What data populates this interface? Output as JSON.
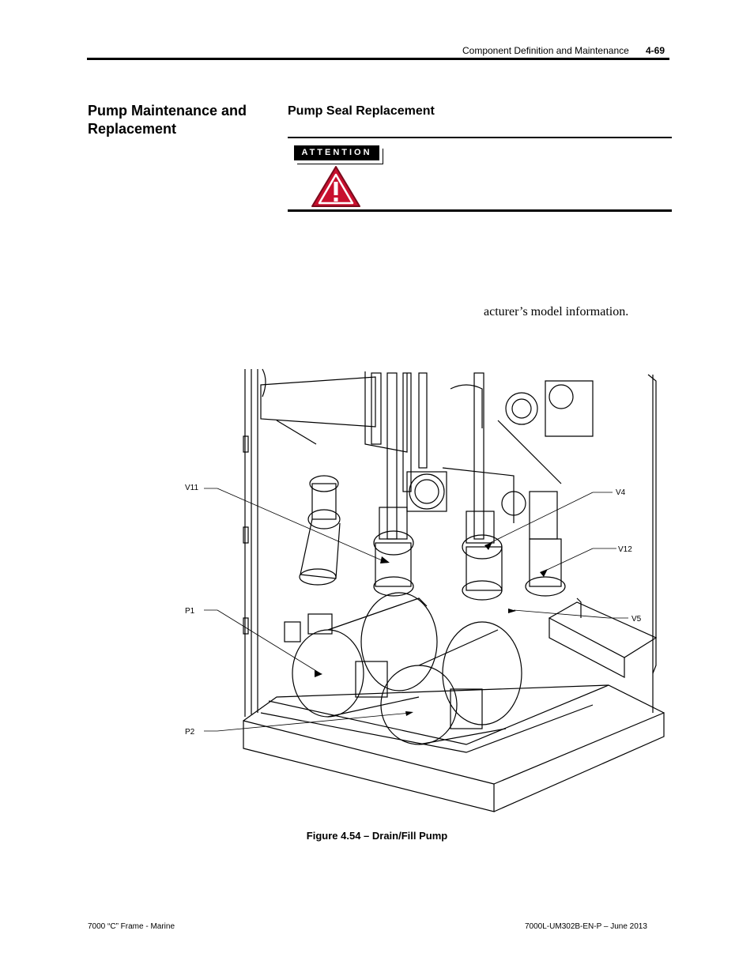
{
  "header": {
    "running_title": "Component Definition and Maintenance",
    "page_number": "4-69"
  },
  "section": {
    "title": "Pump Maintenance and Replacement"
  },
  "subsection": {
    "title": "Pump Seal Replacement"
  },
  "attention": {
    "label": "ATTENTION",
    "icon": "warning-triangle-icon",
    "color": "#c8102e"
  },
  "body": {
    "fragment": "acturer’s model information."
  },
  "figure": {
    "labels": {
      "v11": "V11",
      "v4": "V4",
      "v12": "V12",
      "p1": "P1",
      "v5": "V5",
      "p2": "P2"
    },
    "caption": "Figure 4.54 – Drain/Fill Pump"
  },
  "footer": {
    "left": "7000 “C” Frame - Marine",
    "right": "7000L-UM302B-EN-P – June 2013"
  }
}
